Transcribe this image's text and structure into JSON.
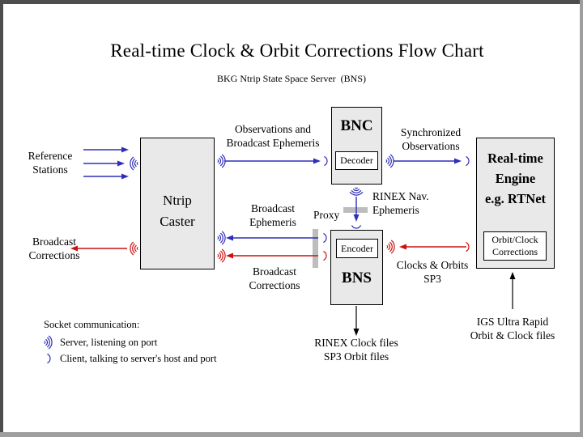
{
  "title": "Real-time Clock & Orbit Corrections Flow Chart",
  "subtitle": "BKG Ntrip State Space Server  (BNS)",
  "nodes": {
    "ntrip_caster": [
      "Ntrip",
      "Caster"
    ],
    "bnc": {
      "title": "BNC",
      "inner": "Decoder"
    },
    "bns": {
      "title": "BNS",
      "inner": "Encoder"
    },
    "rte": {
      "lines": [
        "Real-time",
        "Engine",
        "e.g. RTNet"
      ],
      "inner": [
        "Orbit/Clock",
        "Corrections"
      ]
    }
  },
  "labels": {
    "reference_stations": [
      "Reference",
      "Stations"
    ],
    "broadcast_corrections_left": [
      "Broadcast",
      "Corrections"
    ],
    "observations": [
      "Observations and",
      "Broadcast Ephemeris"
    ],
    "synchronized": [
      "Synchronized",
      "Observations"
    ],
    "rinex_nav": [
      "RINEX Nav.",
      "Ephemeris"
    ],
    "proxy": "Proxy",
    "broadcast_ephemeris": [
      "Broadcast",
      "Ephemeris"
    ],
    "broadcast_corrections_mid": [
      "Broadcast",
      "Corrections"
    ],
    "clocks_orbits": [
      "Clocks & Orbits",
      "SP3"
    ],
    "rinex_files": [
      "RINEX Clock files",
      "SP3 Orbit files"
    ],
    "igs": [
      "IGS Ultra Rapid",
      "Orbit & Clock files"
    ]
  },
  "legend": {
    "heading": "Socket communication:",
    "server": "Server, listening on port",
    "client": "Client, talking to server's host and port"
  },
  "icons": {
    "server_listening": ")))",
    "client_talking": ")"
  },
  "colors": {
    "blue": "#2e2eb8",
    "red": "#cc1111",
    "box_fill": "#e9e9e9",
    "proxy_bar": "#bdbdbd",
    "frame_dark": "#4d4d4d",
    "frame_light": "#9e9e9e"
  }
}
